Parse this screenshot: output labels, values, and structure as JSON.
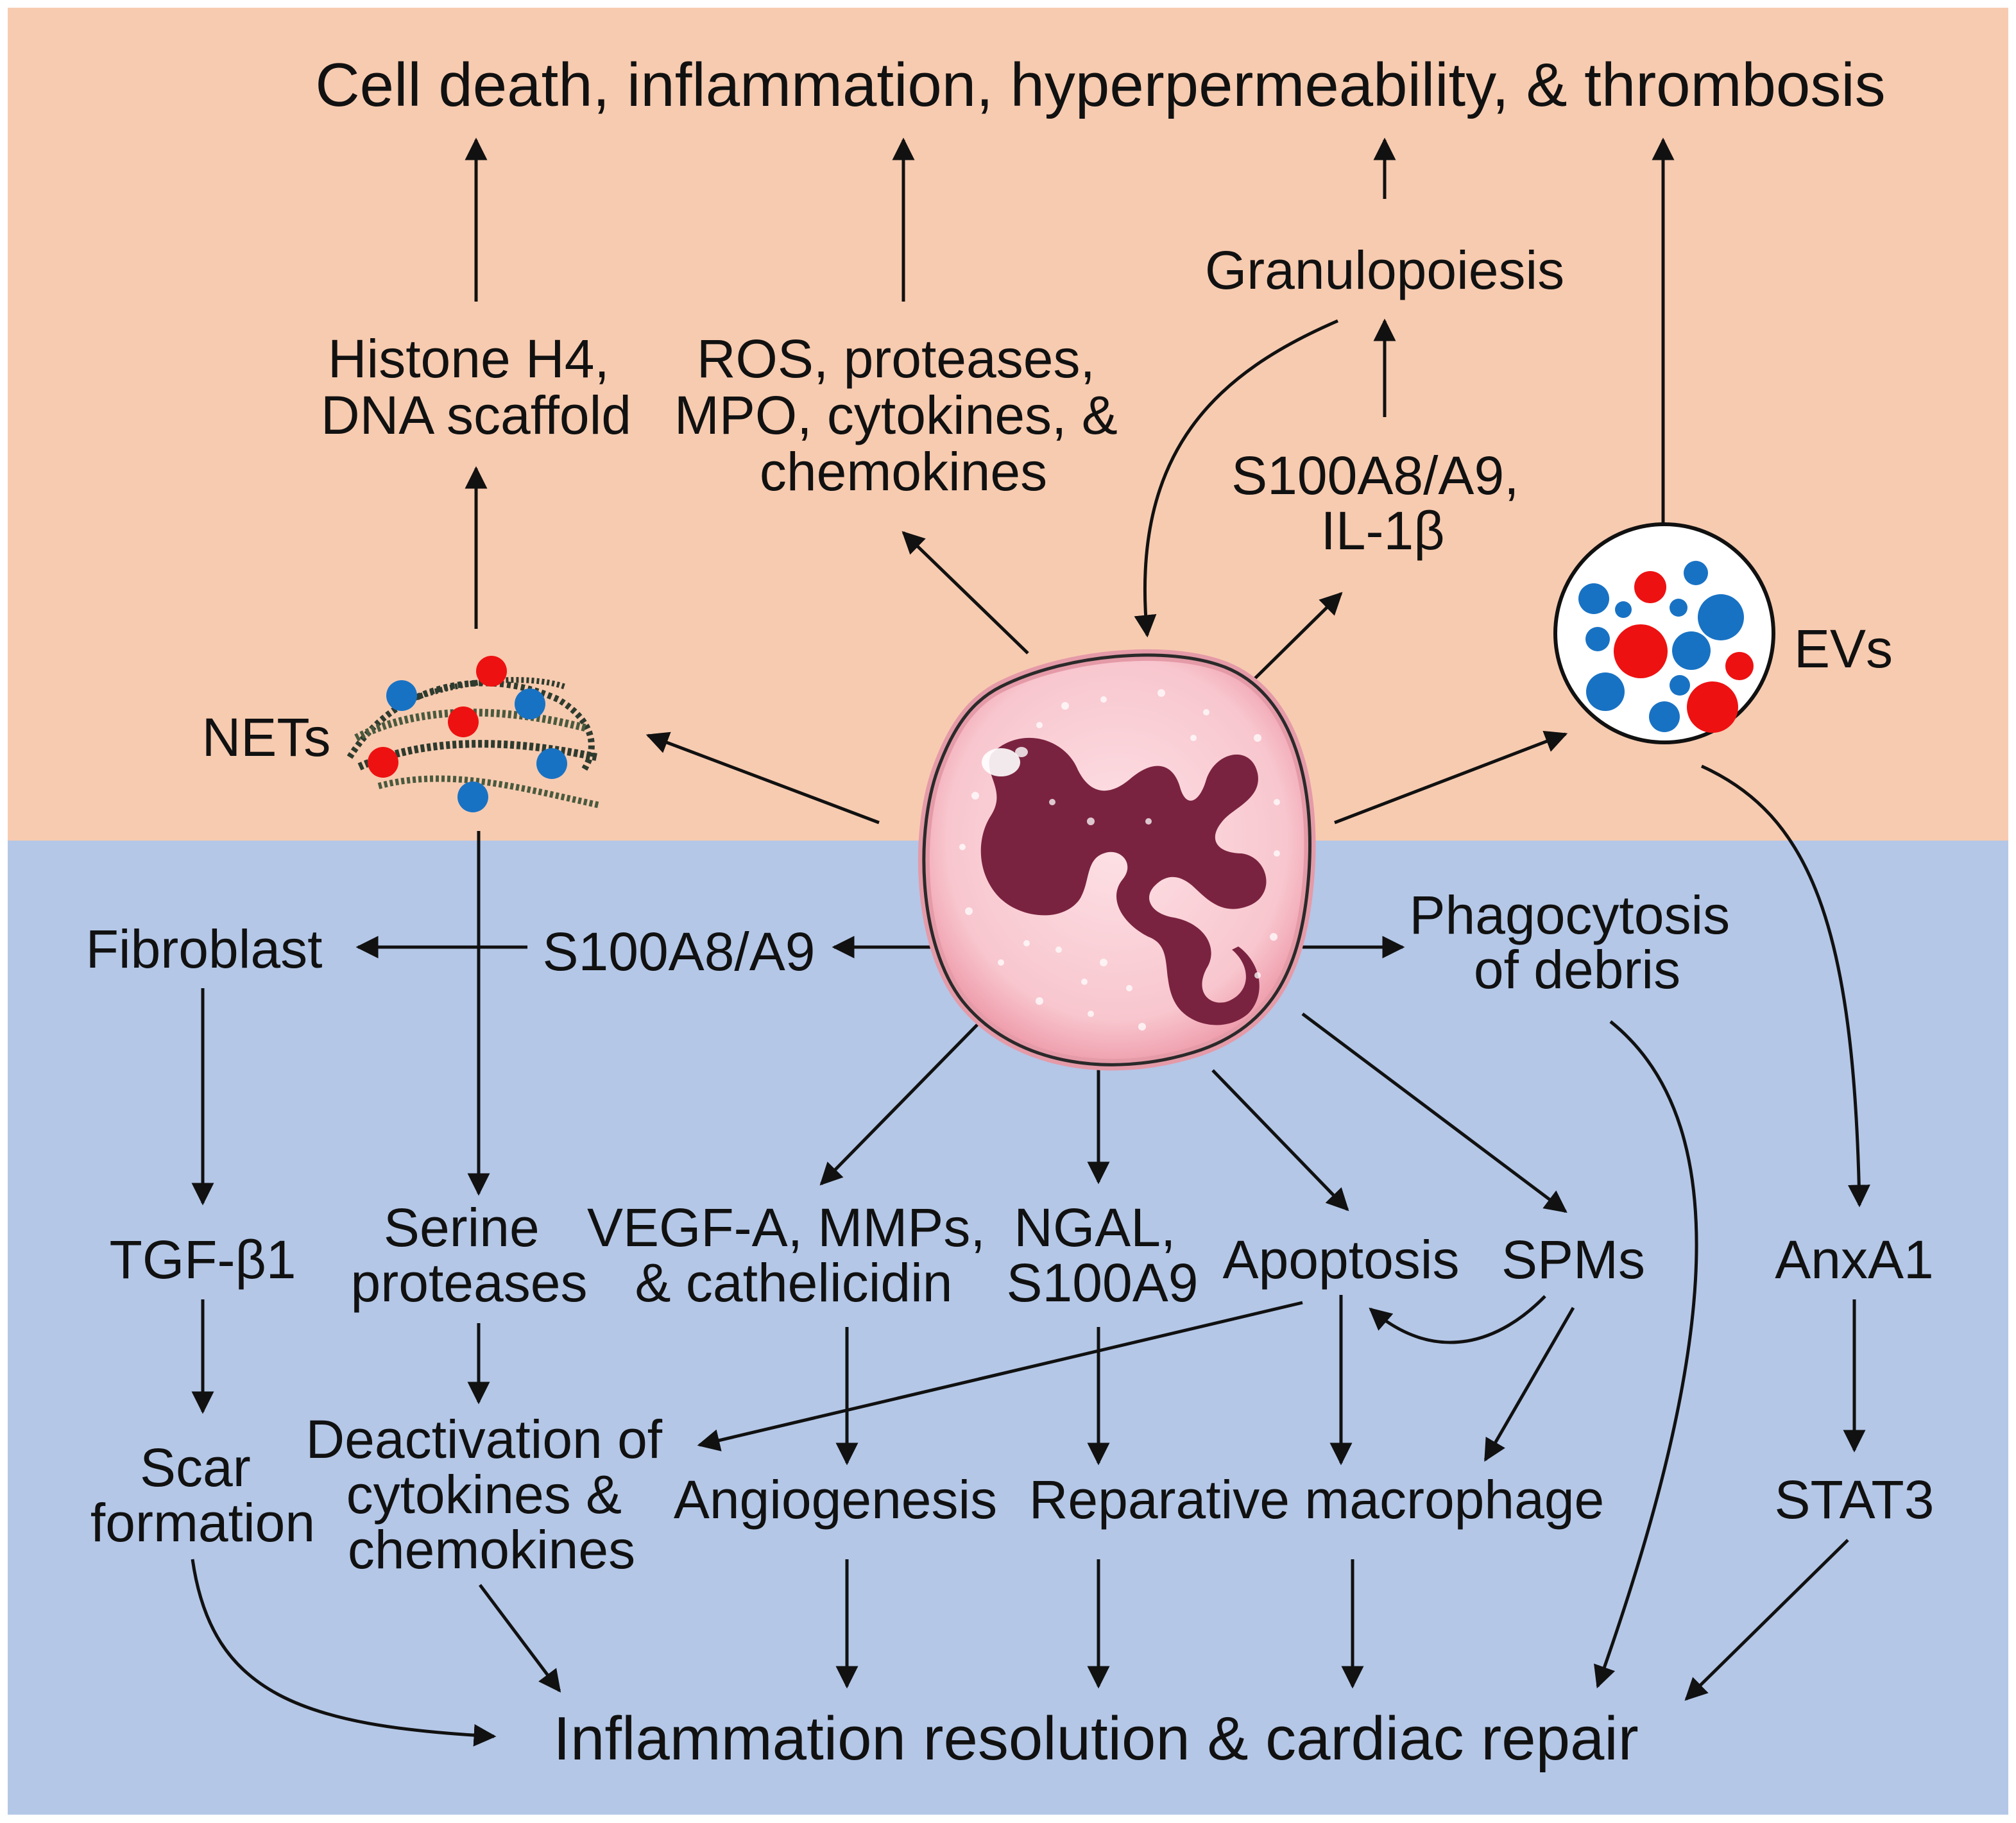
{
  "colors": {
    "top_panel": "#f7cbb0",
    "bottom_panel": "#b4c7e7",
    "red": "#ee1111",
    "blue": "#1872c4",
    "nucleus": "#7a2340",
    "cell_body": "#f8c6ce"
  },
  "top": {
    "title": "Cell death, inflammation, hyperpermeability, & thrombosis",
    "histone": [
      "Histone H4,",
      "DNA scaffold"
    ],
    "ros": [
      "ROS, proteases,",
      "MPO, cytokines, &",
      "chemokines"
    ],
    "granulopoiesis": "Granulopoiesis",
    "s100": [
      "S100A8/A9,",
      "IL-1β"
    ],
    "nets": "NETs",
    "evs": "EVs"
  },
  "bottom": {
    "fibroblast": "Fibroblast",
    "s100a8a9": "S100A8/A9",
    "phagocytosis": [
      "Phagocytosis",
      "of debris"
    ],
    "tgf": "TGF-β1",
    "serine": [
      "Serine",
      "proteases"
    ],
    "vegf": [
      "VEGF-A, MMPs,",
      "& cathelicidin"
    ],
    "ngal": [
      "NGAL,",
      "S100A9"
    ],
    "apoptosis": "Apoptosis",
    "spms": "SPMs",
    "anxa1": "AnxA1",
    "scar": [
      "Scar",
      "formation"
    ],
    "deactivation": [
      "Deactivation of",
      "cytokines &",
      "chemokines"
    ],
    "angiogenesis": "Angiogenesis",
    "reparative": "Reparative macrophage",
    "stat3": "STAT3",
    "resolution": "Inflammation resolution & cardiac repair"
  },
  "icons": {
    "neutrophil": "neutrophil-cell-icon",
    "nets": "nets-dna-strands-icon",
    "evs": "extracellular-vesicle-icon"
  }
}
